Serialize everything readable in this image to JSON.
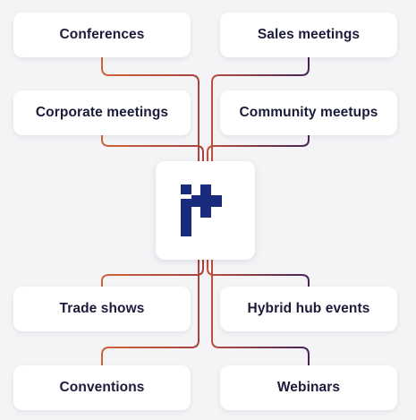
{
  "hub": {
    "logo_icon": "i-plus-logo",
    "logo_color": "#1a2a7c"
  },
  "cards": {
    "conferences": "Conferences",
    "sales_meetings": "Sales meetings",
    "corporate_meetings": "Corporate meetings",
    "community_meetups": "Community meetups",
    "trade_shows": "Trade shows",
    "hybrid_hub_events": "Hybrid hub events",
    "conventions": "Conventions",
    "webinars": "Webinars"
  },
  "colors": {
    "connector_orange": "#d2643c",
    "connector_purple": "#3e2456",
    "card_text": "#1b1b3a",
    "background": "#f4f4f6"
  }
}
